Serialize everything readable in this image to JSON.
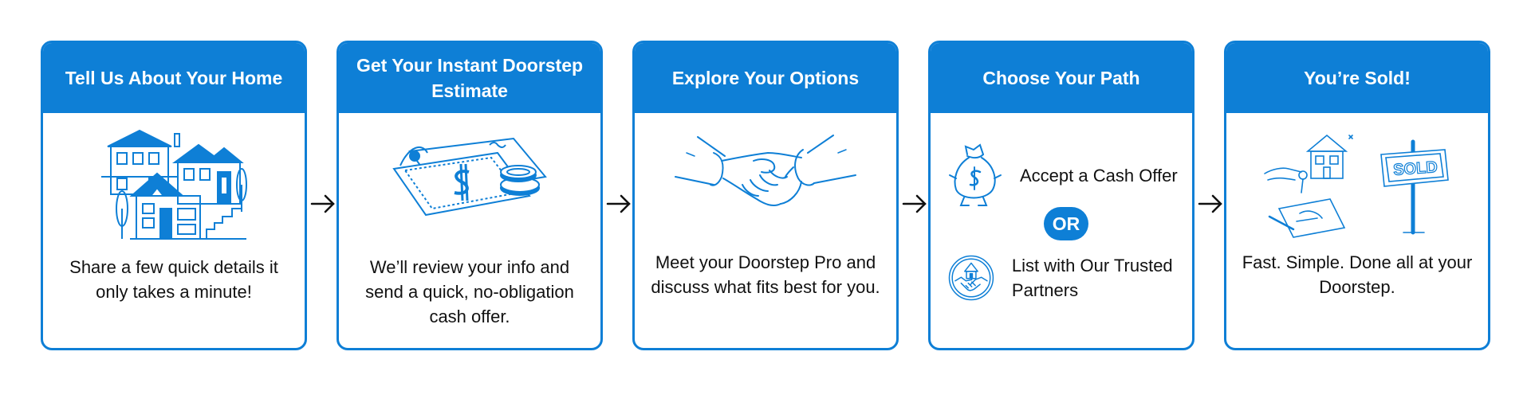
{
  "steps": [
    {
      "title": "Tell Us About Your Home",
      "text": "Share a few quick details it only takes a minute!",
      "illustration": "houses-icon"
    },
    {
      "title": "Get Your Instant Doorstep Estimate",
      "text": "We’ll review your info and send a quick, no-obligation cash offer.",
      "illustration": "money-icon"
    },
    {
      "title": "Explore Your Options",
      "text": "Meet your Doorstep Pro and discuss what fits best for you.",
      "illustration": "handshake-icon"
    },
    {
      "title": "Choose Your Path",
      "option_cash": "Accept a Cash Offer",
      "or_label": "OR",
      "option_list": "List with Our Trusted Partners",
      "illustration_cash": "money-bag-icon",
      "illustration_list": "house-handshake-icon"
    },
    {
      "title": "You’re Sold!",
      "text": "Fast. Simple. Done all at your Doorstep.",
      "illustration": "sold-sign-icon",
      "sign_text": "SOLD"
    }
  ],
  "colors": {
    "accent": "#0e7fd6",
    "text": "#111111",
    "background": "#ffffff"
  }
}
